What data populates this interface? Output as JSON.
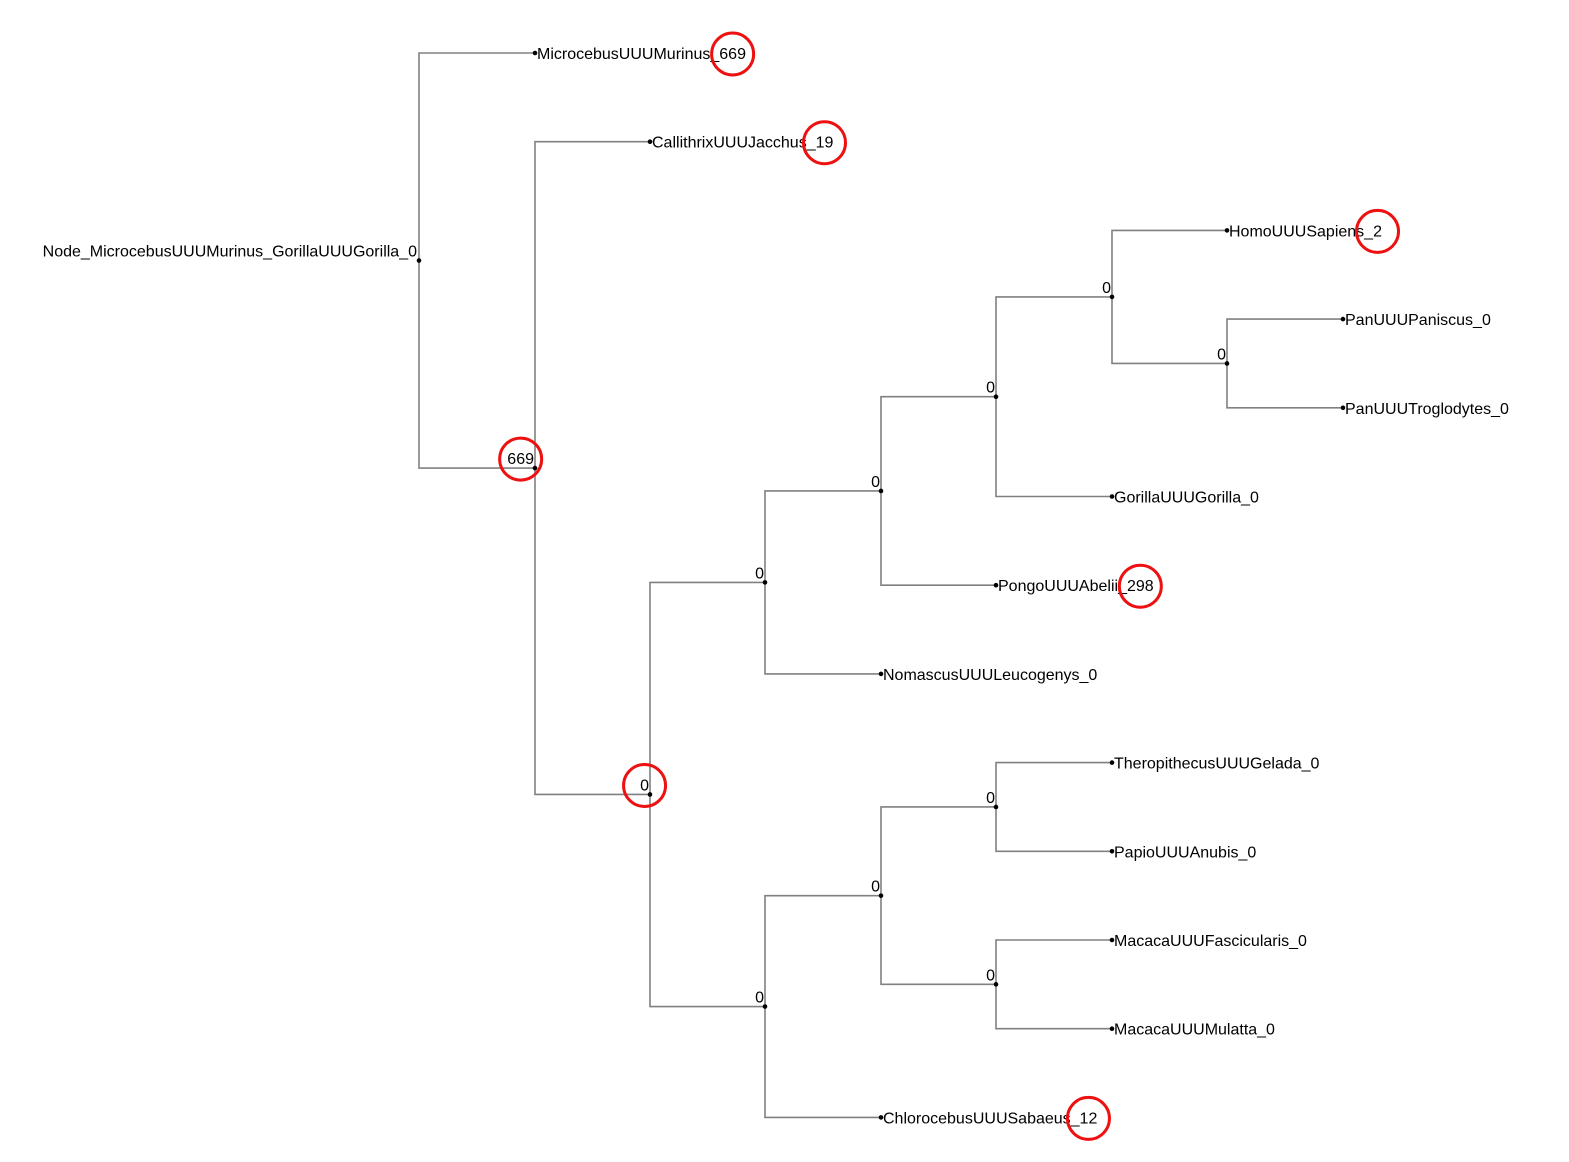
{
  "tree": {
    "root": {
      "label": "Node_MicrocebusUUUMurinus_GorillaUUUGorilla_0"
    },
    "leaves": [
      {
        "id": "microcebus",
        "name": "MicrocebusUUUMurinus_669",
        "highlighted": true
      },
      {
        "id": "callithrix",
        "name": "CallithrixUUUJacchus_19",
        "highlighted": true
      },
      {
        "id": "homo",
        "name": "HomoUUUSapiens_2",
        "highlighted": true
      },
      {
        "id": "pan-paniscus",
        "name": "PanUUUPaniscus_0",
        "highlighted": false
      },
      {
        "id": "pan-troglodytes",
        "name": "PanUUUTroglodytes_0",
        "highlighted": false
      },
      {
        "id": "gorilla",
        "name": "GorillaUUUGorilla_0",
        "highlighted": false
      },
      {
        "id": "pongo",
        "name": "PongoUUUAbelii_298",
        "highlighted": true
      },
      {
        "id": "nomascus",
        "name": "NomascusUUULeucogenys_0",
        "highlighted": false
      },
      {
        "id": "theropithecus",
        "name": "TheropithecusUUUGelada_0",
        "highlighted": false
      },
      {
        "id": "papio",
        "name": "PapioUUUAnubis_0",
        "highlighted": false
      },
      {
        "id": "macaca-fascicularis",
        "name": "MacacaUUUFascicularis_0",
        "highlighted": false
      },
      {
        "id": "macaca-mulatta",
        "name": "MacacaUUUMulatta_0",
        "highlighted": false
      },
      {
        "id": "chlorocebus",
        "name": "ChlorocebusUUUSabaeus_12",
        "highlighted": true
      }
    ],
    "internal_nodes": [
      {
        "id": "n-simiiformes",
        "label": "669",
        "highlighted": true
      },
      {
        "id": "n-catarrhini",
        "label": "0",
        "highlighted": true
      },
      {
        "id": "n-hominoidea",
        "label": "0",
        "highlighted": false
      },
      {
        "id": "n-hominidae",
        "label": "0",
        "highlighted": false
      },
      {
        "id": "n-homininae",
        "label": "0",
        "highlighted": false
      },
      {
        "id": "n-hominini",
        "label": "0",
        "highlighted": false
      },
      {
        "id": "n-pan",
        "label": "0",
        "highlighted": false
      },
      {
        "id": "n-cercopithecidae",
        "label": "0",
        "highlighted": false
      },
      {
        "id": "n-papionini",
        "label": "0",
        "highlighted": false
      },
      {
        "id": "n-thero-papio",
        "label": "0",
        "highlighted": false
      },
      {
        "id": "n-macaca",
        "label": "0",
        "highlighted": false
      }
    ],
    "colors": {
      "branch": "#808080",
      "highlight": "#ee1111",
      "text": "#000000"
    }
  }
}
